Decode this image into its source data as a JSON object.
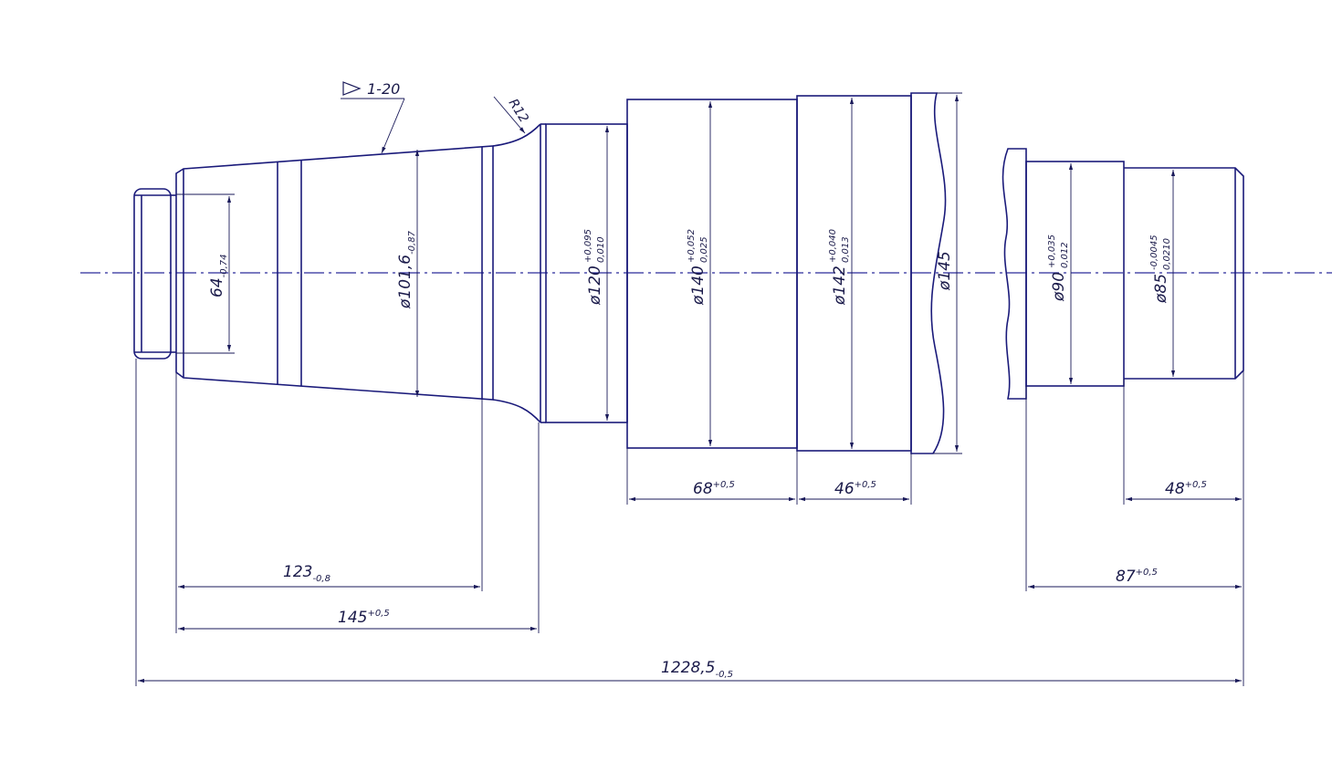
{
  "drawing": {
    "colors": {
      "part": "#1a1a7a",
      "dimension": "#1a1a5a",
      "axis": "#2a2a9a"
    },
    "taper_callout": {
      "symbol": "taper-triangle-icon",
      "label": "1-20"
    },
    "radius_label": "R12",
    "diameters": {
      "d64": {
        "main": "64",
        "lower": "-0,74",
        "upper": ""
      },
      "d1016": {
        "main": "ø101,6",
        "lower": "-0,87",
        "upper": ""
      },
      "d120": {
        "main": "ø120",
        "upper": "+0,095",
        "lower": "0,010"
      },
      "d140": {
        "main": "ø140",
        "upper": "+0,052",
        "lower": "0,025"
      },
      "d142": {
        "main": "ø142",
        "upper": "+0,040",
        "lower": "0,013"
      },
      "d145": {
        "main": "ø145",
        "upper": "",
        "lower": ""
      },
      "d90": {
        "main": "ø90",
        "upper": "+0,035",
        "lower": "0,012"
      },
      "d85": {
        "main": "ø85",
        "upper": "-0,0045",
        "lower": "0,0210"
      }
    },
    "lengths": {
      "l68": {
        "main": "68",
        "upper": "+0,5",
        "lower": ""
      },
      "l46": {
        "main": "46",
        "upper": "+0,5",
        "lower": ""
      },
      "l48": {
        "main": "48",
        "upper": "+0,5",
        "lower": ""
      },
      "l87": {
        "main": "87",
        "upper": "+0,5",
        "lower": ""
      },
      "l123": {
        "main": "123",
        "upper": "",
        "lower": "-0,8"
      },
      "l145": {
        "main": "145",
        "upper": "+0,5",
        "lower": ""
      },
      "l1228": {
        "main": "1228,5",
        "upper": "",
        "lower": "-0,5"
      }
    }
  }
}
